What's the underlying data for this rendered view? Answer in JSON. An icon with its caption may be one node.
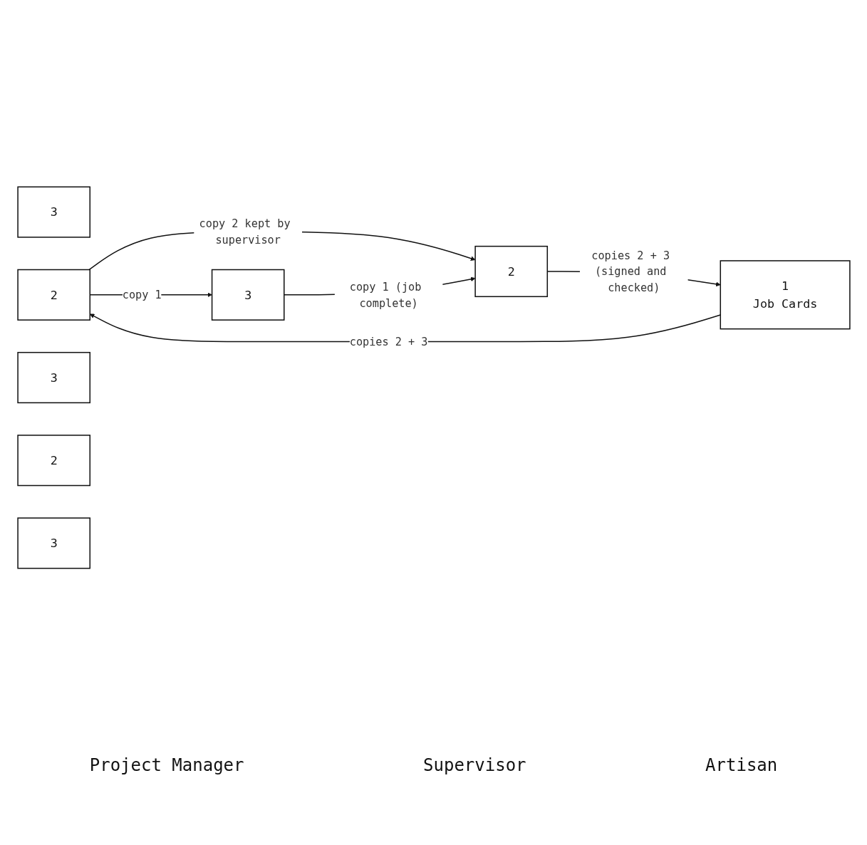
{
  "diagram": {
    "nodes": [
      {
        "text": [
          "3"
        ]
      },
      {
        "text": [
          "2"
        ]
      },
      {
        "text": [
          "3"
        ]
      },
      {
        "text": [
          "2"
        ]
      },
      {
        "text": [
          "1",
          "Job Cards"
        ]
      },
      {
        "text": [
          "3"
        ]
      },
      {
        "text": [
          "3"
        ]
      },
      {
        "text": [
          "2"
        ]
      }
    ],
    "edges": [
      {
        "from": 4,
        "to": 1,
        "arrow": "to",
        "label": "copies 2 + 3"
      },
      {
        "from": 1,
        "to": 5,
        "arrow": "to",
        "label": "copy 1"
      },
      {
        "from": 1,
        "to": 7,
        "arrow": "to",
        "label": "copy 2 kept by supervisor"
      },
      {
        "from": 5,
        "to": 7,
        "arrow": "to",
        "label": "copy 1 (job complete)"
      },
      {
        "from": 7,
        "to": 4,
        "arrow": "to",
        "label": "copies 2 + 3 (signed and checked)"
      }
    ],
    "labels": [
      "Project Manager",
      "Supervisor",
      "Artisan"
    ]
  }
}
